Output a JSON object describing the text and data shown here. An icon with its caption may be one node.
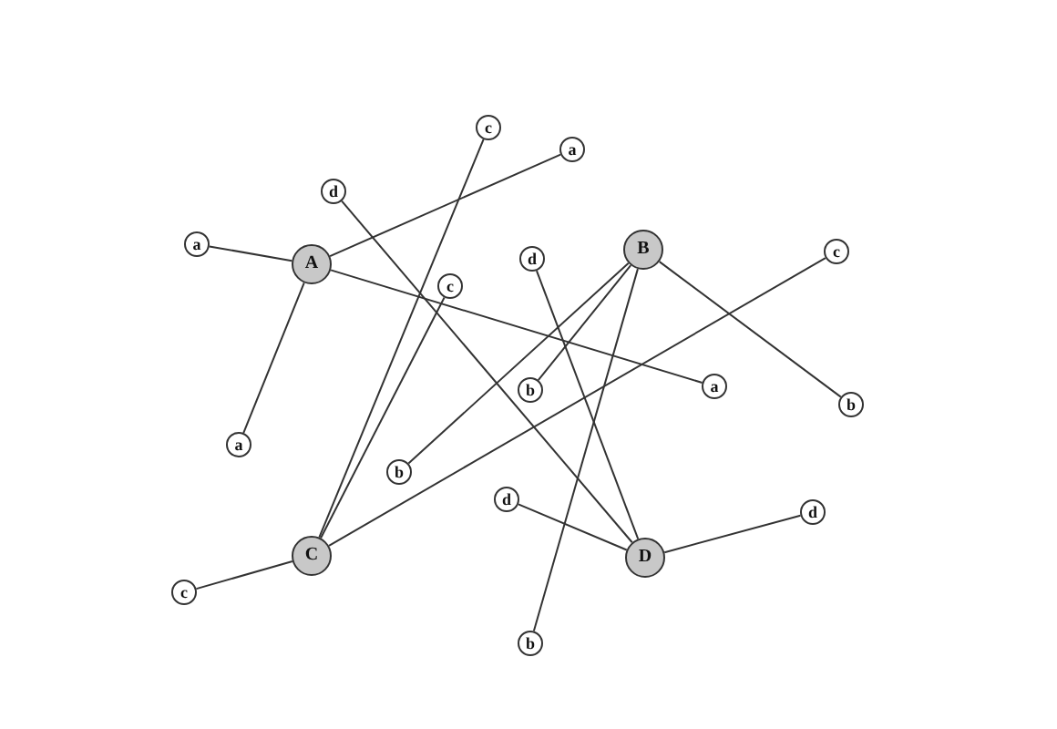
{
  "diagram": {
    "nodes": [
      {
        "text": [
          "A"
        ]
      },
      {
        "text": [
          "B"
        ]
      },
      {
        "text": [
          "C"
        ]
      },
      {
        "text": [
          "D"
        ]
      },
      {
        "text": [
          "c"
        ]
      },
      {
        "text": [
          "a"
        ]
      },
      {
        "text": [
          "d"
        ]
      },
      {
        "text": [
          "a"
        ]
      },
      {
        "text": [
          "c"
        ]
      },
      {
        "text": [
          "d"
        ]
      },
      {
        "text": [
          "c"
        ]
      },
      {
        "text": [
          "a"
        ]
      },
      {
        "text": [
          "b"
        ]
      },
      {
        "text": [
          "b"
        ]
      },
      {
        "text": [
          "a"
        ]
      },
      {
        "text": [
          "b"
        ]
      },
      {
        "text": [
          "d"
        ]
      },
      {
        "text": [
          "d"
        ]
      },
      {
        "text": [
          "c"
        ]
      },
      {
        "text": [
          "b"
        ]
      }
    ],
    "edges": [
      {
        "from": 0,
        "to": 7,
        "arrow": "none"
      },
      {
        "from": 0,
        "to": 5,
        "arrow": "none"
      },
      {
        "from": 0,
        "to": 14,
        "arrow": "none"
      },
      {
        "from": 0,
        "to": 11,
        "arrow": "none"
      },
      {
        "from": 1,
        "to": 12,
        "arrow": "none"
      },
      {
        "from": 1,
        "to": 15,
        "arrow": "none"
      },
      {
        "from": 1,
        "to": 13,
        "arrow": "none"
      },
      {
        "from": 1,
        "to": 19,
        "arrow": "none"
      },
      {
        "from": 2,
        "to": 4,
        "arrow": "none"
      },
      {
        "from": 2,
        "to": 10,
        "arrow": "none"
      },
      {
        "from": 2,
        "to": 8,
        "arrow": "none"
      },
      {
        "from": 2,
        "to": 18,
        "arrow": "none"
      },
      {
        "from": 3,
        "to": 6,
        "arrow": "none"
      },
      {
        "from": 3,
        "to": 9,
        "arrow": "none"
      },
      {
        "from": 3,
        "to": 16,
        "arrow": "none"
      },
      {
        "from": 3,
        "to": 17,
        "arrow": "none"
      }
    ]
  }
}
